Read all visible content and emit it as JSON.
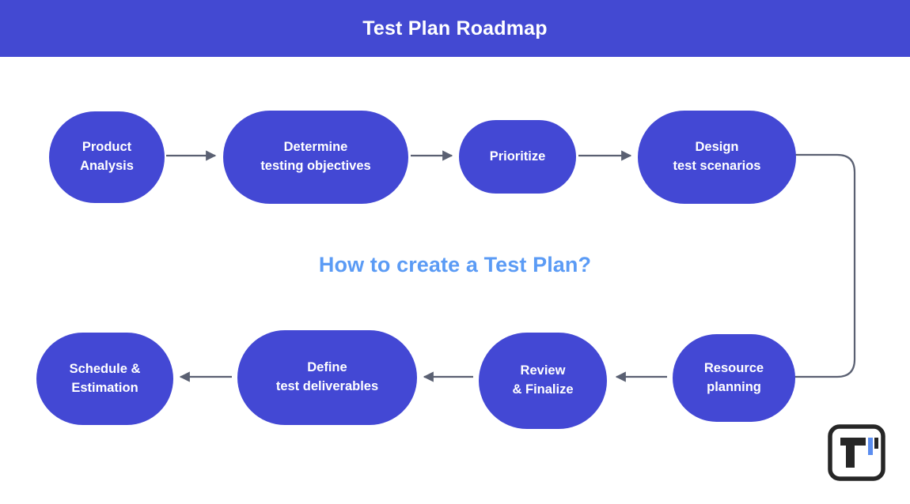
{
  "header": {
    "title": "Test Plan Roadmap",
    "background_color": "#4349d2",
    "text_color": "#ffffff"
  },
  "center_question": {
    "text": "How to create a Test Plan?",
    "color": "#5b9bf5"
  },
  "theme": {
    "node_fill": "#4348d4",
    "node_text": "#ffffff",
    "connector_color": "#5a6072",
    "canvas_background": "#ffffff",
    "logo_dark": "#262626",
    "logo_accent": "#5b8def"
  },
  "flow": {
    "top_row": [
      {
        "id": "product-analysis",
        "label": "Product\nAnalysis"
      },
      {
        "id": "determine-objectives",
        "label": "Determine\ntesting objectives"
      },
      {
        "id": "prioritize",
        "label": "Prioritize"
      },
      {
        "id": "design-scenarios",
        "label": "Design\ntest scenarios"
      }
    ],
    "bottom_row": [
      {
        "id": "resource-planning",
        "label": "Resource\nplanning"
      },
      {
        "id": "review-finalize",
        "label": "Review\n& Finalize"
      },
      {
        "id": "define-deliverables",
        "label": "Define\ntest deliverables"
      },
      {
        "id": "schedule-estimation",
        "label": "Schedule &\nEstimation"
      }
    ],
    "connector_labels": {
      "top_1": "",
      "top_2": "",
      "top_3": "",
      "wrap": "",
      "bottom_1": "",
      "bottom_2": "",
      "bottom_3": ""
    }
  },
  "logo": {
    "name": "brand-logo",
    "alt_text": "T"
  }
}
